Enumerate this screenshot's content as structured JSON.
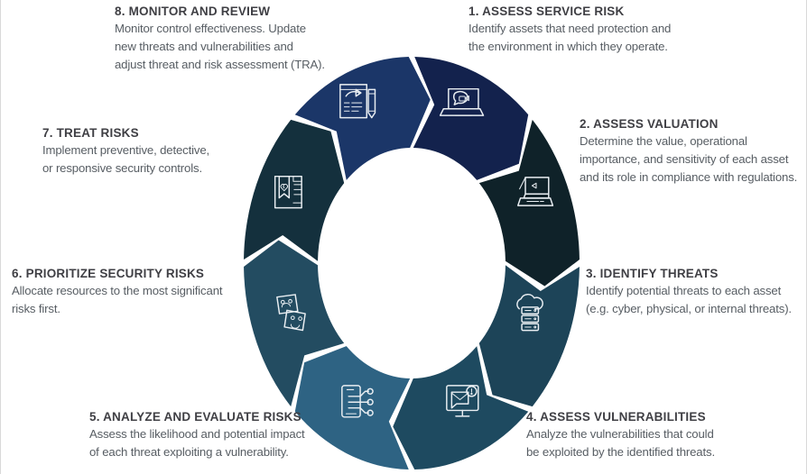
{
  "diagram": {
    "type": "cyclical-process",
    "shape": "ellipse-arrow-ring",
    "step_count": 8,
    "direction": "clockwise",
    "background_color": "#ffffff",
    "title_color": "#3f3f44",
    "body_color": "#575d63",
    "icon_stroke_color": "#e9eef2"
  },
  "steps": [
    {
      "number": "1",
      "title": "1. ASSESS SERVICE RISK",
      "lines": [
        "Identify assets that need protection and",
        "the environment in which they operate."
      ],
      "icon": "laptop-video-call-icon",
      "color": "#13224d",
      "position": "top-right"
    },
    {
      "number": "2",
      "title": "2. ASSESS VALUATION",
      "lines": [
        "Determine the value, operational",
        "importance, and sensitivity of each asset",
        "and its role in compliance with regulations."
      ],
      "icon": "presentation-play-icon",
      "color": "#0f2229",
      "position": "right-upper"
    },
    {
      "number": "3",
      "title": "3. IDENTIFY THREATS",
      "lines": [
        "Identify potential threats to each asset",
        "(e.g. cyber, physical, or internal threats)."
      ],
      "icon": "cloud-server-icon",
      "color": "#1d4458",
      "position": "right-lower"
    },
    {
      "number": "4",
      "title": "4. ASSESS VULNERABILITIES",
      "lines": [
        "Analyze the vulnerabilities that could",
        "be exploited by the identified threats."
      ],
      "icon": "monitor-email-alert-icon",
      "color": "#1e4a60",
      "position": "bottom-right"
    },
    {
      "number": "5",
      "title": "5. ANALYZE AND EVALUATE RISKS",
      "lines": [
        "Assess the likelihood and potential impact",
        "of each threat exploiting a vulnerability."
      ],
      "icon": "mobile-settings-nodes-icon",
      "color": "#2e6383",
      "position": "bottom-left"
    },
    {
      "number": "6",
      "title": "6. PRIORITIZE SECURITY RISKS",
      "lines": [
        "Allocate resources to the most significant",
        "risks first."
      ],
      "icon": "feedback-cards-icon",
      "color": "#234c61",
      "position": "left-lower"
    },
    {
      "number": "7",
      "title": "7. TREAT RISKS",
      "lines": [
        "Implement preventive, detective,",
        "or responsive security controls."
      ],
      "icon": "bookmark-heart-document-icon",
      "color": "#14303d",
      "position": "left-upper"
    },
    {
      "number": "8",
      "title": "8. MONITOR AND REVIEW",
      "lines": [
        "Monitor control effectiveness. Update",
        "new threats and vulnerabilities and",
        "adjust threat and risk assessment (TRA)."
      ],
      "icon": "document-share-pencil-icon",
      "color": "#1b3668",
      "position": "top-left"
    }
  ]
}
